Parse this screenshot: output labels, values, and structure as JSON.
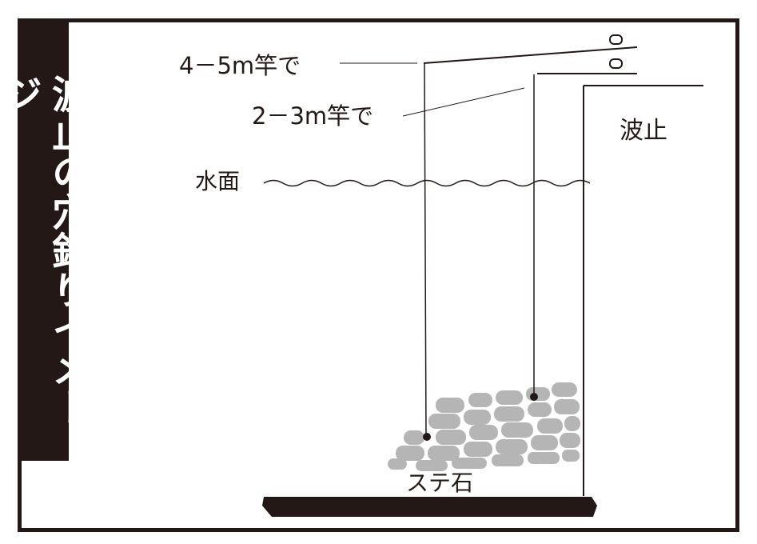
{
  "title": "波止の穴釣りイメージ",
  "labels": {
    "rod_long": "4－5m竿で",
    "rod_short": "2－3m竿で",
    "breakwater": "波止",
    "water_surface": "水面",
    "rubble_stones": "ステ石"
  },
  "colors": {
    "ink": "#231815",
    "stone": "#b5b5b5",
    "background": "#ffffff"
  }
}
